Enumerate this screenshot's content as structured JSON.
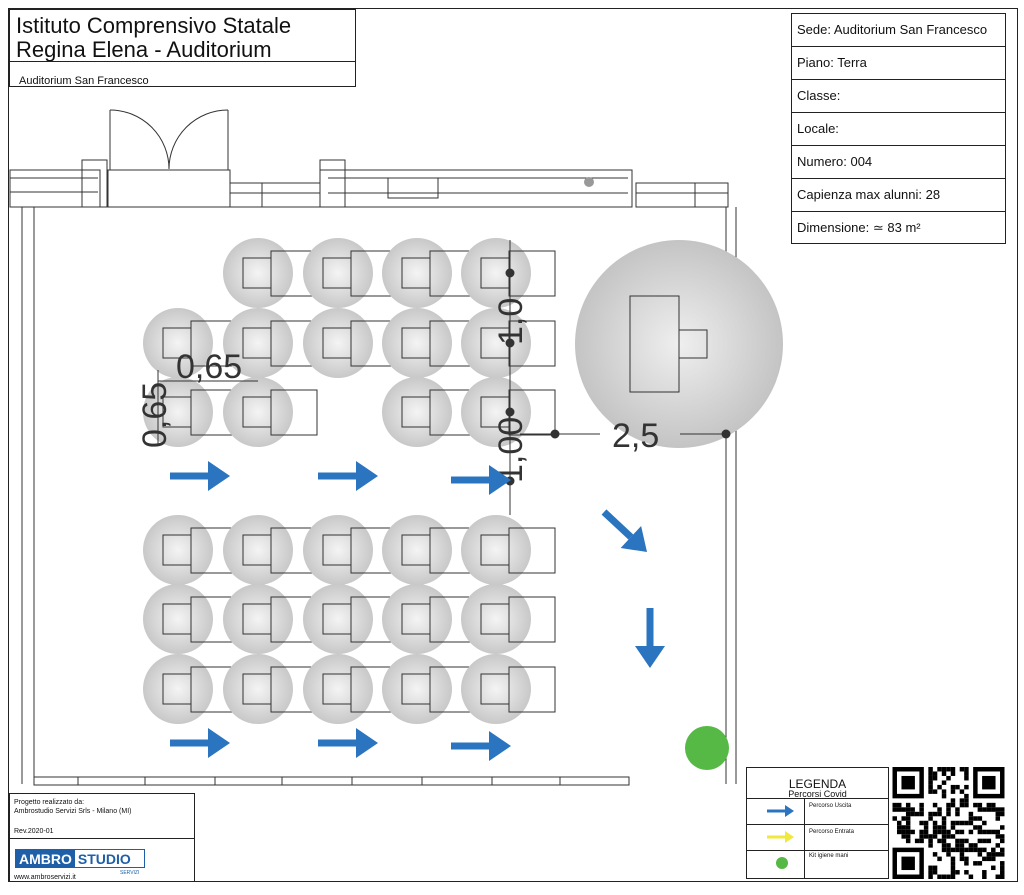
{
  "title": {
    "main": "Istituto Comprensivo Statale\nRegina Elena - Auditorium",
    "sub": "Auditorium San Francesco"
  },
  "info": {
    "sede": "Sede:  Auditorium San Francesco",
    "piano": "Piano: Terra",
    "classe": "Classe:",
    "locale": "Locale:",
    "numero": "Numero: 004",
    "capienza": "Capienza max alunni: 28",
    "dimensione": "Dimensione: ≃ 83 m²"
  },
  "dimensions": {
    "d065_h": "0,65",
    "d065_v": "0,65",
    "d10_top": "1,0",
    "d10_bottom": "1,00",
    "d25": "2,5"
  },
  "project": {
    "line1": "Progetto realizzato da:",
    "line2": "Ambrostudio Servizi Srls - Milano (MI)",
    "rev": "Rev.2020-01",
    "logo_a": "AMBRO",
    "logo_b": "STUDIO",
    "logo_sub": "SERVIZI",
    "website": "www.ambroservizi.it"
  },
  "legend": {
    "title": "LEGENDA",
    "subtitle": "Percorsi Covid",
    "items": [
      {
        "label": "Percorso Uscita",
        "color": "#2a74c0",
        "icon": "arrow-right-icon"
      },
      {
        "label": "Percorso Entrata",
        "color": "#f0e83a",
        "icon": "arrow-right-icon"
      },
      {
        "label": "Kit igiene mani",
        "color": "#56b845",
        "icon": "dot-icon"
      }
    ]
  },
  "colors": {
    "exit_arrow": "#2a74c0",
    "hygiene_kit": "#56b845"
  }
}
